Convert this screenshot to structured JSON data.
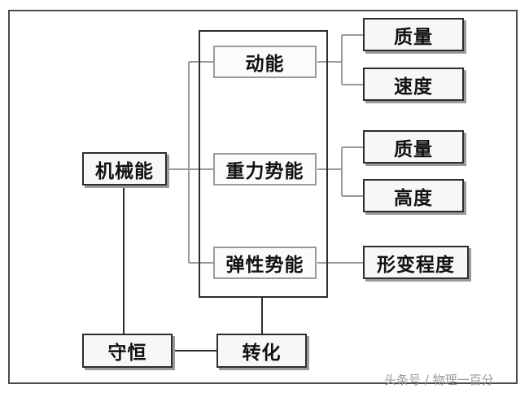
{
  "diagram": {
    "root": "机械能",
    "children": [
      {
        "label": "动能",
        "factors": [
          "质量",
          "速度"
        ]
      },
      {
        "label": "重力势能",
        "factors": [
          "质量",
          "高度"
        ]
      },
      {
        "label": "弹性势能",
        "factors": [
          "形变程度"
        ]
      }
    ],
    "conservation": "守恒",
    "conversion": "转化"
  },
  "watermark": "头条号 / 物理一百分",
  "colors": {
    "line": "#9a9a9a",
    "border": "#2d2d2d",
    "box_fill": "#f7f7f7"
  }
}
